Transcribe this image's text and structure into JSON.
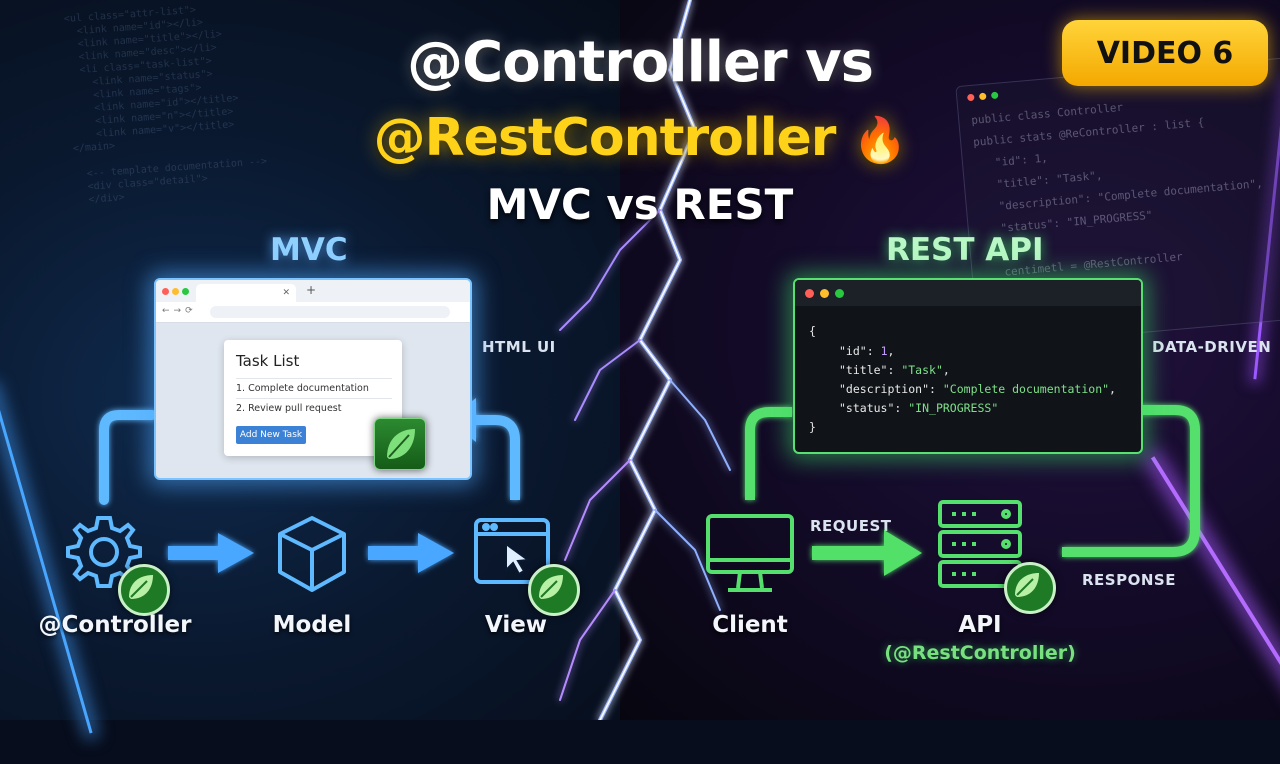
{
  "title": {
    "line1": "@Controlller vs",
    "line2": "@RestController",
    "line2_emoji": "🔥",
    "line3": "MVC vs REST"
  },
  "badge": {
    "label": "VIDEO 6"
  },
  "mvc": {
    "section_label": "MVC",
    "caption": "HTML UI",
    "browser": {
      "card_title": "Task List",
      "items": [
        "1. Complete documentation",
        "2. Review pull request"
      ],
      "button_label": "Add New Task"
    },
    "nodes": [
      "@Controller",
      "Model",
      "View"
    ]
  },
  "rest": {
    "section_label": "REST API",
    "caption_top": "DATA-DRIVEN",
    "caption_request": "REQUEST",
    "caption_response": "RESPONSE",
    "json_lines": [
      {
        "text": "{",
        "indent": 0
      },
      {
        "key": "\"id\"",
        "value": "1",
        "kind": "num",
        "indent": 1
      },
      {
        "key": "\"title\"",
        "value": "\"Task\"",
        "kind": "str",
        "indent": 1
      },
      {
        "key": "\"description\"",
        "value": "\"Complete documentation\"",
        "kind": "str",
        "indent": 1
      },
      {
        "key": "\"status\"",
        "value": "\"IN_PROGRESS\"",
        "kind": "str",
        "indent": 1,
        "last": true
      },
      {
        "text": "}",
        "indent": 0
      }
    ],
    "nodes": [
      "Client",
      "API"
    ],
    "api_sub": "(@RestController)"
  },
  "colors": {
    "mvc_accent": "#58b4ff",
    "rest_accent": "#4fe066",
    "title_yellow": "#ffd21a",
    "badge_yellow": "#ffc619"
  },
  "icons": {
    "mvc": [
      "gear-icon",
      "cube-icon",
      "browser-cursor-icon",
      "spring-leaf-icon"
    ],
    "rest": [
      "monitor-icon",
      "server-icon",
      "spring-leaf-icon"
    ]
  }
}
